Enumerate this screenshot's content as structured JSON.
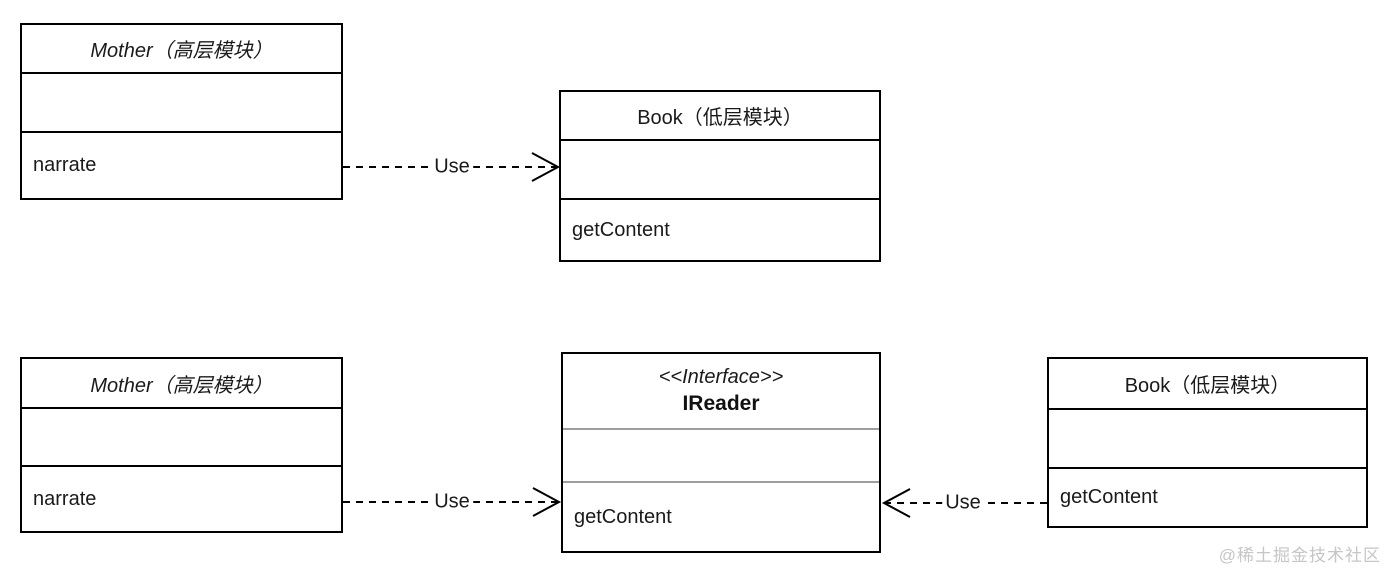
{
  "diagram": {
    "top": {
      "mother": {
        "title": "Mother（高层模块）",
        "method": "narrate"
      },
      "use_label": "Use",
      "book": {
        "title": "Book（低层模块）",
        "method": "getContent"
      }
    },
    "bottom": {
      "mother": {
        "title": "Mother（高层模块）",
        "method": "narrate"
      },
      "use_label_left": "Use",
      "interface": {
        "stereotype": "<<Interface>>",
        "name": "IReader",
        "method": "getContent"
      },
      "use_label_right": "Use",
      "book": {
        "title": "Book（低层模块）",
        "method": "getContent"
      }
    }
  },
  "watermark": "@稀土掘金技术社区",
  "colors": {
    "box_border": "#000000",
    "interface_divider": "#9e9e9e",
    "arrow": "#000000",
    "watermark": "#c6c6c6",
    "background": "#ffffff"
  }
}
